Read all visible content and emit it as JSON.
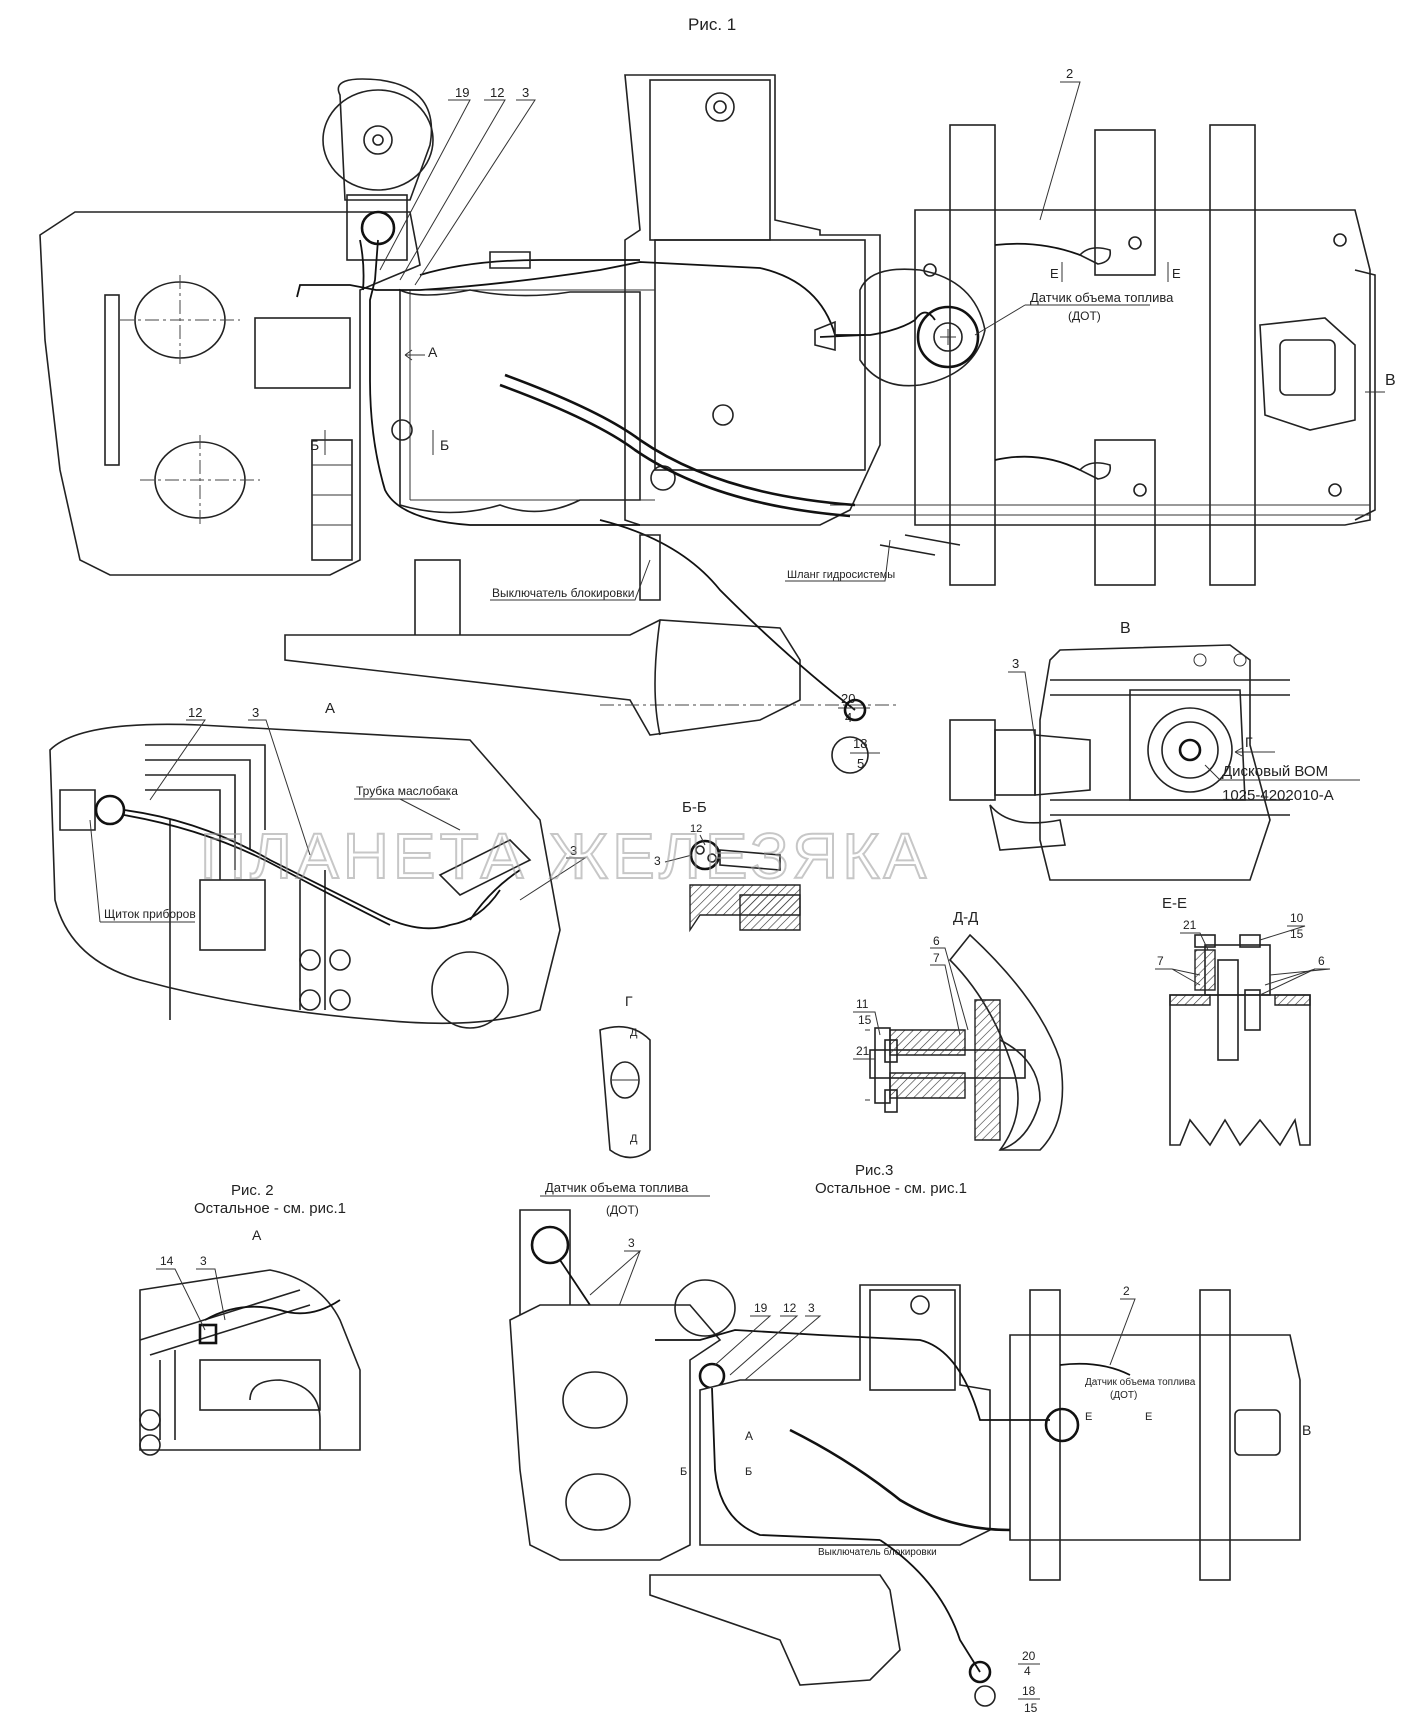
{
  "fig1": {
    "title": "Рис. 1"
  },
  "fig2": {
    "title": "Рис. 2",
    "subtitle": "Остальное - см. рис.1",
    "view_label": "А"
  },
  "fig3": {
    "title": "Рис.3",
    "subtitle": "Остальное - см. рис.1"
  },
  "labels": {
    "fuel_sensor": "Датчик объема топлива",
    "fuel_sensor_abbr": "(ДОТ)",
    "lock_switch": "Выключатель блокировки",
    "hydraulic_hose": "Шланг гидросистемы",
    "oil_tank_tube": "Трубка маслобака",
    "instrument_panel": "Щиток приборов",
    "disc_pto": "Дисковый ВОМ",
    "disc_pto_part": "1025-4202010-А"
  },
  "sections": {
    "A": "А",
    "V": "В",
    "BB": "Б-Б",
    "G": "Г",
    "DD": "Д-Д",
    "EE": "Е-Е",
    "B": "Б",
    "E": "Е",
    "D": "Д"
  },
  "callouts": {
    "c19": "19",
    "c12": "12",
    "c3": "3",
    "c2": "2",
    "c20": "20",
    "c4": "4",
    "c18": "18",
    "c5": "5",
    "c6": "6",
    "c7": "7",
    "c10": "10",
    "c11": "11",
    "c14": "14",
    "c15": "15",
    "c21": "21"
  },
  "watermark": "ПЛАНЕТА ЖЕЛЕЗЯКА"
}
